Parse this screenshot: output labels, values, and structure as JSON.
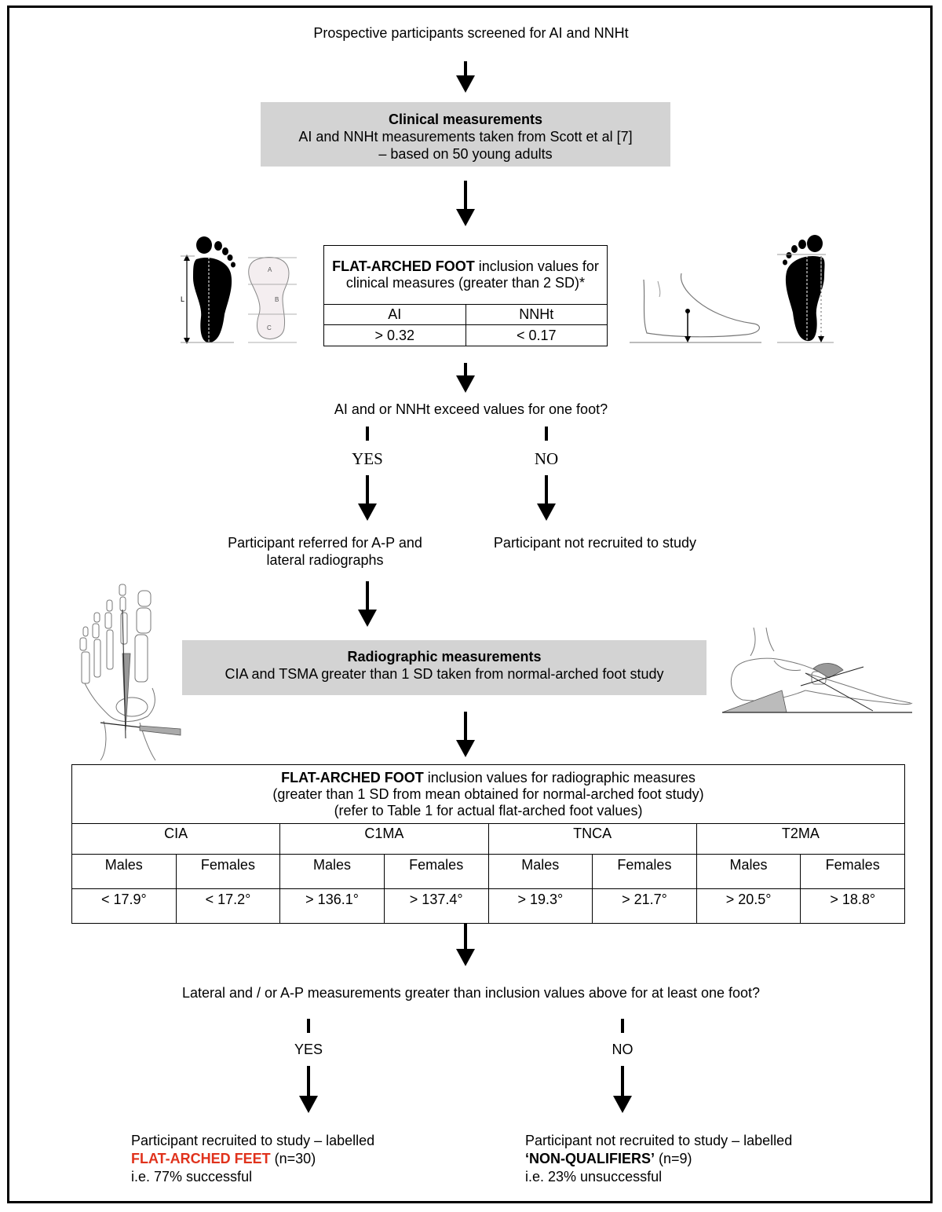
{
  "top_text": "Prospective participants screened for AI and NNHt",
  "clinical": {
    "title": "Clinical measurements",
    "line1": "AI and NNHt measurements taken from Scott et al [7]",
    "line2": "– based on 50 young adults"
  },
  "clinical_table": {
    "title_bold": "FLAT-ARCHED FOOT",
    "title_rest": " inclusion values for clinical measures (greater than 2 SD)*",
    "headers": [
      "AI",
      "NNHt"
    ],
    "values": [
      "> 0.32",
      "< 0.17"
    ]
  },
  "foot_labels": {
    "l": "L",
    "a": "A",
    "b": "B",
    "c": "C"
  },
  "question1": "AI and or NNHt exceed values for one foot?",
  "yes1": "YES",
  "no1": "NO",
  "referred": "Participant referred for A-P and lateral radiographs",
  "not_recruited1": "Participant not recruited to study",
  "radiographic": {
    "title": "Radiographic measurements",
    "line1": "CIA and TSMA greater than 1 SD taken from normal-arched foot study"
  },
  "radio_table": {
    "title_bold": "FLAT-ARCHED FOOT",
    "title_rest": " inclusion values for radiographic measures",
    "line2": "(greater than 1 SD from mean obtained for normal-arched foot study)",
    "line3": "(refer to Table 1 for actual flat-arched foot values)",
    "groups": [
      "CIA",
      "C1MA",
      "TNCA",
      "T2MA"
    ],
    "sexes": [
      "Males",
      "Females",
      "Males",
      "Females",
      "Males",
      "Females",
      "Males",
      "Females"
    ],
    "values": [
      "< 17.9°",
      "< 17.2°",
      "> 136.1°",
      "> 137.4°",
      "> 19.3°",
      "> 21.7°",
      "> 20.5°",
      "> 18.8°"
    ]
  },
  "question2": "Lateral and / or A-P measurements greater than inclusion values above for at least one foot?",
  "yes2": "YES",
  "no2": "NO",
  "outcome_yes": {
    "line1": "Participant recruited to study – labelled",
    "label": "FLAT-ARCHED FEET",
    "count": " (n=30)",
    "line3": "i.e. 77% successful"
  },
  "outcome_no": {
    "line1": "Participant not recruited to study – labelled",
    "label": "‘NON-QUALIFIERS’",
    "count": " (n=9)",
    "line3": "i.e. 23% unsuccessful"
  },
  "colors": {
    "box_gray": "#d3d3d3",
    "flat_red": "#e0321c"
  }
}
